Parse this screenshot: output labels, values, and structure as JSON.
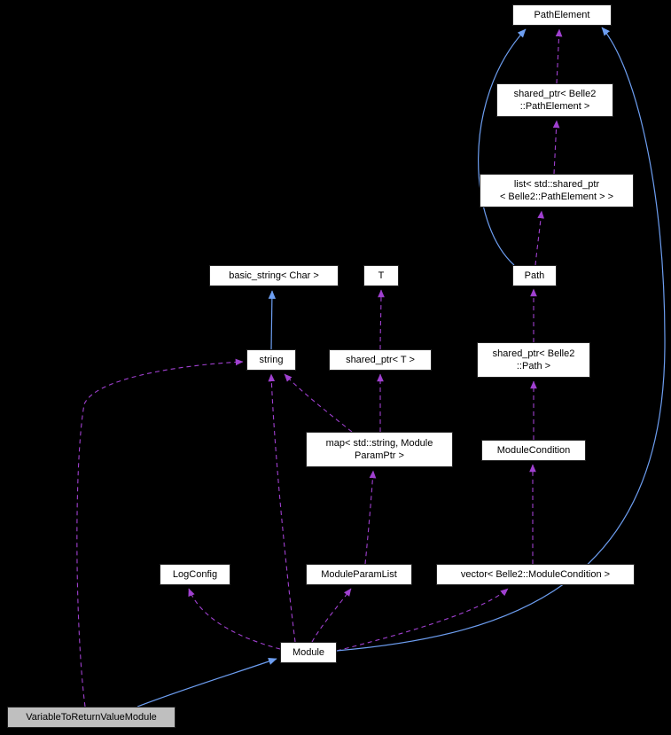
{
  "diagram": {
    "type": "class-collaboration-diagram",
    "colors": {
      "background": "#000000",
      "node_fill": "#ffffff",
      "node_text": "#000000",
      "highlight_node_fill": "#bfbfbf",
      "inheritance_edge": "#6d9ef1",
      "usage_edge": "#a040d0"
    },
    "nodes": {
      "path_element": {
        "label": "PathElement"
      },
      "shared_ptr_pathelement": {
        "label": "shared_ptr< Belle2\n::PathElement >"
      },
      "list_shared_ptr": {
        "label": "list< std::shared_ptr\n< Belle2::PathElement > >"
      },
      "path": {
        "label": "Path"
      },
      "basic_string": {
        "label": "basic_string< Char >"
      },
      "t": {
        "label": "T"
      },
      "string": {
        "label": "string"
      },
      "shared_ptr_t": {
        "label": "shared_ptr< T >"
      },
      "shared_ptr_path": {
        "label": "shared_ptr< Belle2\n::Path >"
      },
      "map_param": {
        "label": "map< std::string, Module\nParamPtr >"
      },
      "module_condition": {
        "label": "ModuleCondition"
      },
      "log_config": {
        "label": "LogConfig"
      },
      "module_param_list": {
        "label": "ModuleParamList"
      },
      "vector_condition": {
        "label": "vector< Belle2::ModuleCondition >"
      },
      "module": {
        "label": "Module"
      },
      "variable_to_return_value_module": {
        "label": "VariableToReturnValueModule"
      }
    },
    "edges": [
      {
        "from": "shared_ptr< Belle2::PathElement >",
        "to": "PathElement",
        "type": "uses"
      },
      {
        "from": "list< std::shared_ptr< Belle2::PathElement > >",
        "to": "shared_ptr< Belle2::PathElement >",
        "type": "uses"
      },
      {
        "from": "Path",
        "to": "list< std::shared_ptr< Belle2::PathElement > >",
        "type": "uses"
      },
      {
        "from": "shared_ptr< Belle2::Path >",
        "to": "Path",
        "type": "uses"
      },
      {
        "from": "ModuleCondition",
        "to": "shared_ptr< Belle2::Path >",
        "type": "uses"
      },
      {
        "from": "vector< Belle2::ModuleCondition >",
        "to": "ModuleCondition",
        "type": "uses"
      },
      {
        "from": "Module",
        "to": "vector< Belle2::ModuleCondition >",
        "type": "uses"
      },
      {
        "from": "Module",
        "to": "ModuleParamList",
        "type": "uses"
      },
      {
        "from": "ModuleParamList",
        "to": "map< std::string, ModuleParamPtr >",
        "type": "uses"
      },
      {
        "from": "map< std::string, ModuleParamPtr >",
        "to": "shared_ptr< T >",
        "type": "uses"
      },
      {
        "from": "map< std::string, ModuleParamPtr >",
        "to": "string",
        "type": "uses"
      },
      {
        "from": "shared_ptr< T >",
        "to": "T",
        "type": "uses"
      },
      {
        "from": "Module",
        "to": "string",
        "type": "uses"
      },
      {
        "from": "Module",
        "to": "LogConfig",
        "type": "uses"
      },
      {
        "from": "string",
        "to": "basic_string< Char >",
        "type": "inherits"
      },
      {
        "from": "Path",
        "to": "PathElement",
        "type": "inherits"
      },
      {
        "from": "Module",
        "to": "PathElement",
        "type": "inherits"
      },
      {
        "from": "VariableToReturnValueModule",
        "to": "Module",
        "type": "inherits"
      },
      {
        "from": "VariableToReturnValueModule",
        "to": "string",
        "type": "uses"
      }
    ]
  }
}
